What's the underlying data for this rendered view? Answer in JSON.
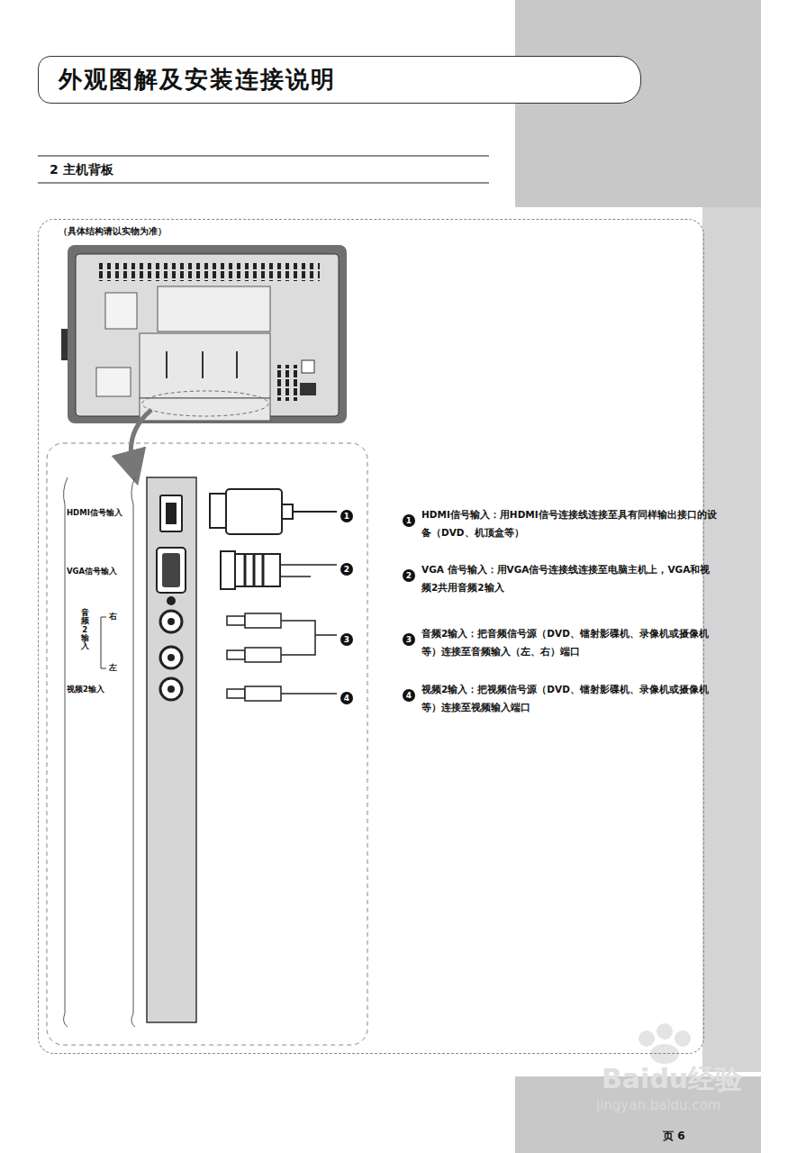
{
  "diagram": {
    "nodes": [
      {
        "text": [
          "外观图解及安装连接说明"
        ]
      },
      {
        "text": [
          "（具体结构请以实物为准）"
        ]
      }
    ],
    "labels": [
      "2 主机背板",
      "HDMI信号输入",
      "VGA信号输入",
      "音频2输入",
      "右",
      "左",
      "视频2输入",
      "1",
      "2",
      "3",
      "4",
      "1",
      "HDMI信号输入：用HDMI信号连接线连接至具有同样输出接口的设备（DVD、机顶盒等）",
      "2",
      "VGA 信号输入：用VGA信号连接线连接至电脑主机上，VGA和视频2共用音频2输入",
      "3",
      "音频2输入：把音频信号源（DVD、镭射影碟机、录像机或摄像机等）连接至音频输入（左、右）端口",
      "4",
      "视频2输入：把视频信号源（DVD、镭射影碟机、录像机或摄像机等）连接至视频输入端口",
      "页 6",
      "Baidu经验",
      "jingyan.baidu.com"
    ]
  }
}
